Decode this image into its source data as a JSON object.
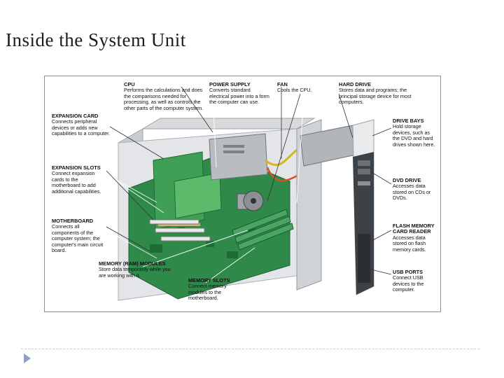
{
  "slide": {
    "title": "Inside the System Unit"
  },
  "figure": {
    "labels": {
      "cpu": {
        "title": "CPU",
        "desc": "Performs the calculations and does the comparisons needed for processing, as well as controls the other parts of the computer system."
      },
      "power_supply": {
        "title": "POWER SUPPLY",
        "desc": "Converts standard electrical power into a form the computer can use."
      },
      "fan": {
        "title": "FAN",
        "desc": "Cools the CPU."
      },
      "hard_drive": {
        "title": "HARD DRIVE",
        "desc": "Stores data and programs; the principal storage device for most computers."
      },
      "expansion_card": {
        "title": "EXPANSION CARD",
        "desc": "Connects peripheral devices or adds new capabilities to a computer."
      },
      "expansion_slots": {
        "title": "EXPANSION SLOTS",
        "desc": "Connect expansion cards to the motherboard to add additional capabilities."
      },
      "motherboard": {
        "title": "MOTHERBOARD",
        "desc": "Connects all components of the computer system; the computer's main circuit board."
      },
      "memory_modules": {
        "title": "MEMORY (RAM) MODULES",
        "desc": "Store data temporarily while you are working with it."
      },
      "memory_slots": {
        "title": "MEMORY SLOTS",
        "desc": "Connect memory modules to the motherboard."
      },
      "drive_bays": {
        "title": "DRIVE BAYS",
        "desc": "Hold storage devices, such as the DVD and hard drives shown here."
      },
      "dvd_drive": {
        "title": "DVD DRIVE",
        "desc": "Accesses data stored on CDs or DVDs."
      },
      "flash_reader": {
        "title": "FLASH MEMORY CARD READER",
        "desc": "Accesses data stored on flash memory cards."
      },
      "usb_ports": {
        "title": "USB PORTS",
        "desc": "Connect USB devices to the computer."
      }
    }
  }
}
